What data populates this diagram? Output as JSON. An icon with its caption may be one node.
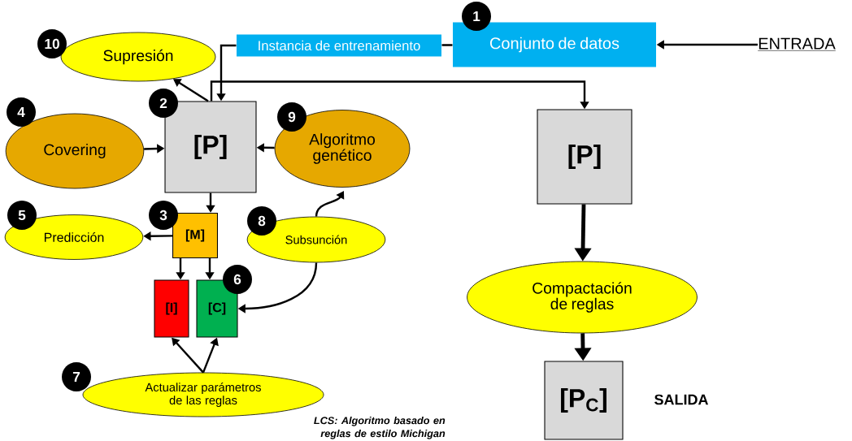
{
  "diagram": {
    "nodes": [
      {
        "text": [
          "Conjunto de datos"
        ],
        "beside": [
          "1"
        ]
      },
      {
        "text": [
          "ENTRADA"
        ]
      },
      {
        "text": [
          "Instancia de entrenamiento"
        ]
      },
      {
        "text": [
          "[P]"
        ],
        "beside": [
          "2"
        ]
      },
      {
        "text": [
          "Supresión"
        ],
        "beside": [
          "10"
        ]
      },
      {
        "text": [
          "Covering"
        ],
        "beside": [
          "4"
        ]
      },
      {
        "text": [
          "Algoritmo genético"
        ],
        "beside": [
          "9"
        ]
      },
      {
        "text": [
          "[M]"
        ],
        "beside": [
          "3"
        ]
      },
      {
        "text": [
          "Predicción"
        ],
        "beside": [
          "5"
        ]
      },
      {
        "text": [
          "[I]"
        ]
      },
      {
        "text": [
          "[C]"
        ],
        "beside": [
          "6"
        ]
      },
      {
        "text": [
          "Subsunción"
        ],
        "beside": [
          "8"
        ]
      },
      {
        "text": [
          "Actualizar parámetros de las reglas"
        ],
        "beside": [
          "7"
        ]
      },
      {
        "text": [
          "[P]"
        ]
      },
      {
        "text": [
          "Compactación de reglas"
        ]
      },
      {
        "text": [
          "[P$_{C}$]"
        ],
        "beside": [
          "SALIDA"
        ]
      }
    ],
    "edges": [
      {
        "from": 1,
        "to": 0,
        "arrow": "to"
      },
      {
        "from": 0,
        "to": 2,
        "arrow": "none"
      },
      {
        "from": 2,
        "to": 3,
        "arrow": "to"
      },
      {
        "from": 3,
        "to": 4,
        "arrow": "to"
      },
      {
        "from": 3,
        "to": 13,
        "arrow": "to"
      },
      {
        "from": 5,
        "to": 3,
        "arrow": "to"
      },
      {
        "from": 6,
        "to": 3,
        "arrow": "to"
      },
      {
        "from": 3,
        "to": 7,
        "arrow": "to"
      },
      {
        "from": 7,
        "to": 8,
        "arrow": "to"
      },
      {
        "from": 7,
        "to": 9,
        "arrow": "to"
      },
      {
        "from": 7,
        "to": 10,
        "arrow": "to"
      },
      {
        "from": 12,
        "to": 9,
        "arrow": "to"
      },
      {
        "from": 12,
        "to": 10,
        "arrow": "to"
      },
      {
        "from": 11,
        "to": 10,
        "arrow": "to"
      },
      {
        "from": 11,
        "to": 6,
        "arrow": "to"
      },
      {
        "from": 13,
        "to": 14,
        "arrow": "to",
        "style": "thick"
      },
      {
        "from": 14,
        "to": 15,
        "arrow": "to",
        "style": "thick"
      }
    ],
    "labels": [
      "LCS: Algoritmo basado en reglas de estilo Michigan"
    ]
  }
}
